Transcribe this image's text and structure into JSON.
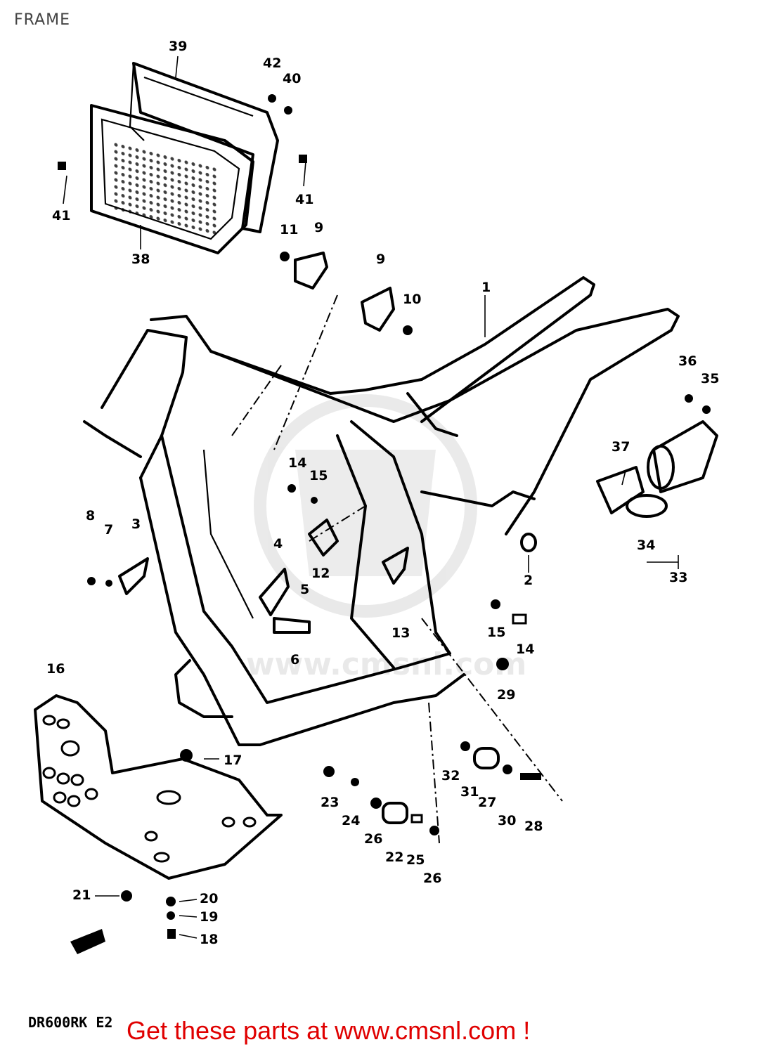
{
  "title": "FRAME",
  "model_code": "DR600RK E2",
  "footer": "Get these parts at www.cmsnl.com !",
  "watermark": "www.cmsnl.com",
  "callouts": [
    {
      "id": "c1",
      "label": "1"
    },
    {
      "id": "c2",
      "label": "2"
    },
    {
      "id": "c3",
      "label": "3"
    },
    {
      "id": "c4",
      "label": "4"
    },
    {
      "id": "c5",
      "label": "5"
    },
    {
      "id": "c6",
      "label": "6"
    },
    {
      "id": "c7",
      "label": "7"
    },
    {
      "id": "c8",
      "label": "8"
    },
    {
      "id": "c9a",
      "label": "9"
    },
    {
      "id": "c9b",
      "label": "9"
    },
    {
      "id": "c10",
      "label": "10"
    },
    {
      "id": "c11",
      "label": "11"
    },
    {
      "id": "c12",
      "label": "12"
    },
    {
      "id": "c13",
      "label": "13"
    },
    {
      "id": "c14a",
      "label": "14"
    },
    {
      "id": "c14b",
      "label": "14"
    },
    {
      "id": "c15a",
      "label": "15"
    },
    {
      "id": "c15b",
      "label": "15"
    },
    {
      "id": "c16",
      "label": "16"
    },
    {
      "id": "c17",
      "label": "17"
    },
    {
      "id": "c18",
      "label": "18"
    },
    {
      "id": "c19",
      "label": "19"
    },
    {
      "id": "c20",
      "label": "20"
    },
    {
      "id": "c21",
      "label": "21"
    },
    {
      "id": "c22",
      "label": "22"
    },
    {
      "id": "c23",
      "label": "23"
    },
    {
      "id": "c24",
      "label": "24"
    },
    {
      "id": "c25",
      "label": "25"
    },
    {
      "id": "c26a",
      "label": "26"
    },
    {
      "id": "c26b",
      "label": "26"
    },
    {
      "id": "c27",
      "label": "27"
    },
    {
      "id": "c28",
      "label": "28"
    },
    {
      "id": "c29",
      "label": "29"
    },
    {
      "id": "c30",
      "label": "30"
    },
    {
      "id": "c31",
      "label": "31"
    },
    {
      "id": "c32",
      "label": "32"
    },
    {
      "id": "c33",
      "label": "33"
    },
    {
      "id": "c34",
      "label": "34"
    },
    {
      "id": "c35",
      "label": "35"
    },
    {
      "id": "c36",
      "label": "36"
    },
    {
      "id": "c37",
      "label": "37"
    },
    {
      "id": "c38",
      "label": "38"
    },
    {
      "id": "c39",
      "label": "39"
    },
    {
      "id": "c40",
      "label": "40"
    },
    {
      "id": "c41a",
      "label": "41"
    },
    {
      "id": "c41b",
      "label": "41"
    },
    {
      "id": "c42",
      "label": "42"
    }
  ]
}
